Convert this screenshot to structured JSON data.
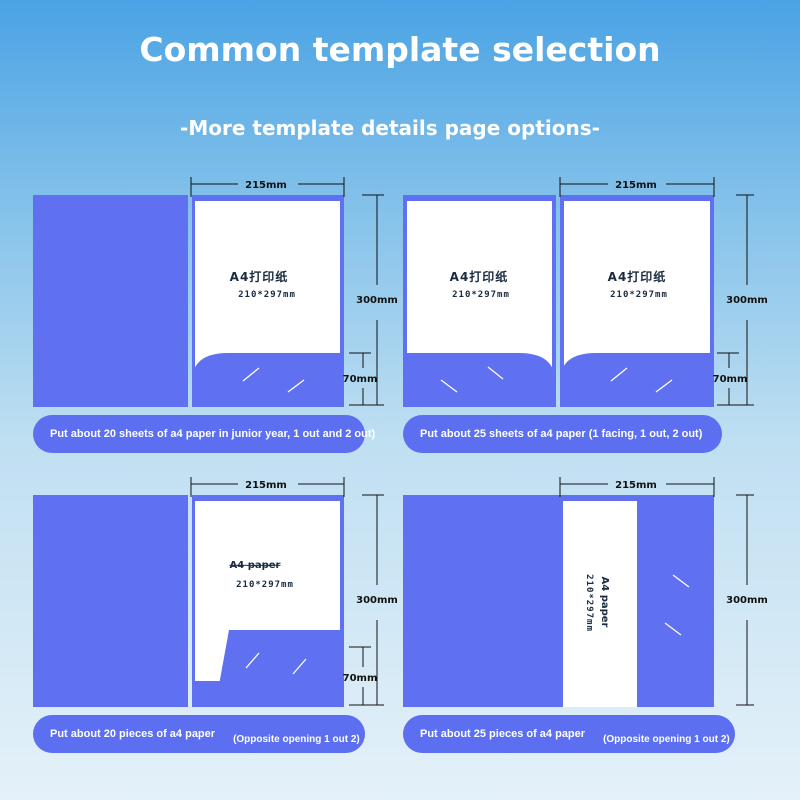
{
  "header": {
    "title": "Common template selection",
    "subtitle": "-More template details page options-"
  },
  "colors": {
    "folder": "#5f70f0",
    "paper": "#ffffff",
    "caption_bg": "#5b6ff0",
    "dimension_line": "#111111"
  },
  "panels": [
    {
      "width_label": "215mm",
      "height_label": "300mm",
      "pocket_label": "70mm",
      "paper_title": "A4打印纸",
      "paper_size": "210*297mm",
      "caption": "Put about 20 sheets of a4 paper in junior year, 1 out and 2 out)",
      "caption_extra": ""
    },
    {
      "width_label": "215mm",
      "height_label": "300mm",
      "pocket_label": "70mm",
      "paper_title_left": "A4打印纸",
      "paper_size_left": "210*297mm",
      "paper_title_right": "A4打印纸",
      "paper_size_right": "210*297mm",
      "caption": "Put about 25 sheets of a4 paper (1 facing, 1 out, 2 out)",
      "caption_extra": ""
    },
    {
      "width_label": "215mm",
      "height_label": "300mm",
      "pocket_label": "70mm",
      "paper_title": "A4 paper",
      "paper_size": "210*297mm",
      "caption": "Put about 20 pieces of a4 paper",
      "caption_extra": "(Opposite opening 1 out 2)"
    },
    {
      "width_label": "215mm",
      "height_label": "300mm",
      "paper_title": "A4 paper",
      "paper_size": "210*297mm",
      "caption": "Put about 25 pieces of a4 paper",
      "caption_extra": "(Opposite opening 1 out 2)"
    }
  ]
}
